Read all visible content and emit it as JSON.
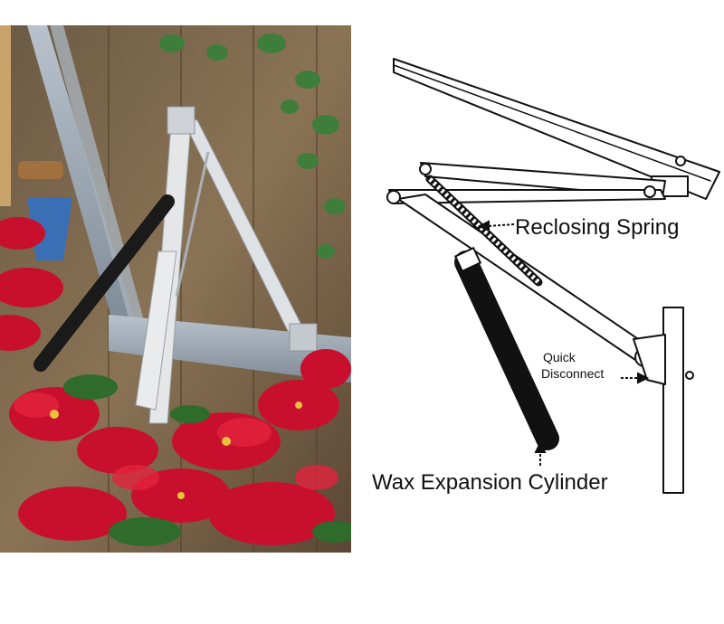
{
  "diagram": {
    "labels": {
      "reclosing_spring": "Reclosing Spring",
      "quick_line1": "Quick",
      "quick_line2": "Disconnect",
      "wax_cylinder": "Wax Expansion Cylinder"
    }
  },
  "colors": {
    "poinsettia_red": "#c8102e",
    "leaf_green": "#2f6b2a",
    "arm_silver": "#d8dadc",
    "cylinder_black": "#1a1a1a"
  }
}
